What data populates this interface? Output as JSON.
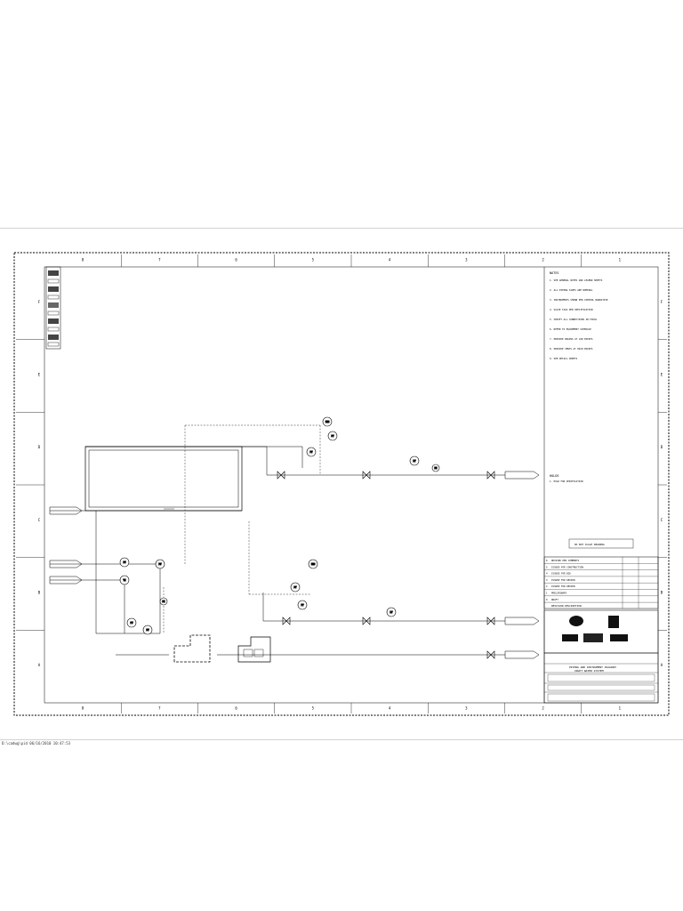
{
  "grid": {
    "columns": [
      "8",
      "7",
      "6",
      "5",
      "4",
      "3",
      "2",
      "1"
    ],
    "rows": [
      "F",
      "E",
      "D",
      "C",
      "B",
      "A"
    ]
  },
  "notes_title": "NOTES",
  "notes": [
    "1. SEE GENERAL NOTES AND LEGEND SHEETS",
    "2. ALL PIPING SIZES ARE NOMINAL",
    "3. INSTRUMENTS SHOWN PER CONTROL NARRATIVE",
    "4. VALVE TAGS PER SPECIFICATION",
    "5. VERIFY ALL CONNECTIONS IN FIELD",
    "6. REFER TO EQUIPMENT SCHEDULE",
    "7. PROVIDE DRAINS AT LOW POINTS",
    "8. PROVIDE VENTS AT HIGH POINTS",
    "9. SEE DETAIL SHEETS"
  ],
  "holds_title": "HOLDS",
  "holds": [
    "1. HOLD FOR VERIFICATION"
  ],
  "disclaimer": "DO NOT SCALE DRAWING",
  "revisions": [
    {
      "rev": "6",
      "desc": "REVISED PER COMMENTS",
      "by": "",
      "date": ""
    },
    {
      "rev": "5",
      "desc": "ISSUED FOR CONSTRUCTION",
      "by": "",
      "date": ""
    },
    {
      "rev": "4",
      "desc": "ISSUED FOR BID",
      "by": "",
      "date": ""
    },
    {
      "rev": "3",
      "desc": "ISSUED FOR REVIEW",
      "by": "",
      "date": ""
    },
    {
      "rev": "2",
      "desc": "ISSUED FOR REVIEW",
      "by": "",
      "date": ""
    },
    {
      "rev": "1",
      "desc": "PRELIMINARY",
      "by": "",
      "date": ""
    },
    {
      "rev": "0",
      "desc": "DRAFT",
      "by": "",
      "date": ""
    }
  ],
  "revision_header": "REVISION DESCRIPTION",
  "drawing_title_1": "PIPING AND INSTRUMENT DIAGRAM",
  "drawing_title_2": "INLET WATER SYSTEM",
  "footer_stamp": "D:\\cadwg\\pid  06/16/2010 10:47:53",
  "tag_labels": [
    "FIC",
    "PT",
    "FT",
    "LT",
    "PI",
    "FV",
    "PV",
    "TI"
  ]
}
